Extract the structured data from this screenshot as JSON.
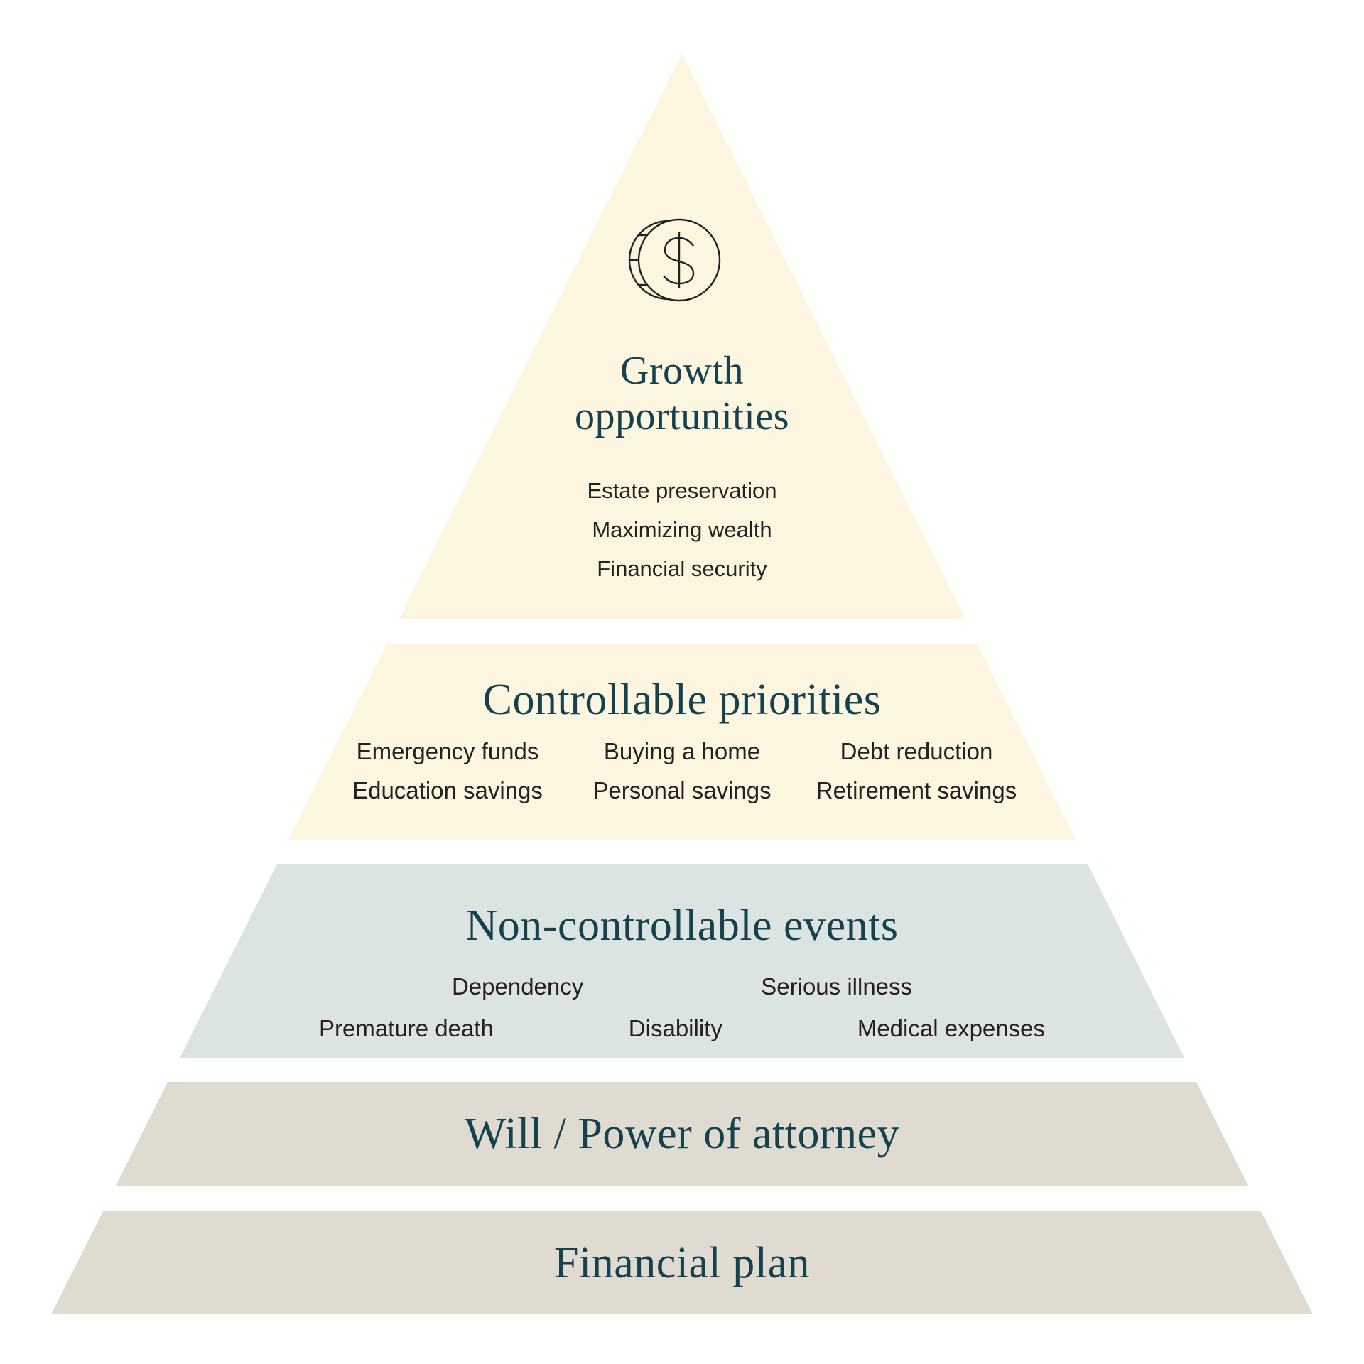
{
  "colors": {
    "background": "#FFFFFF",
    "cream": "#FCF6E1",
    "sage": "#DCE4E1",
    "beige": "#DFDBD0",
    "heading_teal": "#16424F",
    "body_text": "#23221E",
    "line": "#23221E"
  },
  "pyramid": {
    "levels": [
      {
        "id": "growth-opportunities",
        "title": "Growth opportunities",
        "title_lines": [
          "Growth",
          "opportunities"
        ],
        "icon": "dollar-coin-icon",
        "items": [
          "Estate preservation",
          "Maximizing wealth",
          "Financial security"
        ]
      },
      {
        "id": "controllable-priorities",
        "title": "Controllable priorities",
        "items_rows": [
          [
            "Emergency funds",
            "Buying a home",
            "Debt reduction"
          ],
          [
            "Education savings",
            "Personal savings",
            "Retirement savings"
          ]
        ]
      },
      {
        "id": "non-controllable-events",
        "title": "Non-controllable events",
        "items_rows": [
          [
            "Dependency",
            "Serious illness"
          ],
          [
            "Premature death",
            "Disability",
            "Medical expenses"
          ]
        ]
      },
      {
        "id": "will-power-of-attorney",
        "title": "Will / Power of attorney"
      },
      {
        "id": "financial-plan",
        "title": "Financial plan"
      }
    ]
  }
}
